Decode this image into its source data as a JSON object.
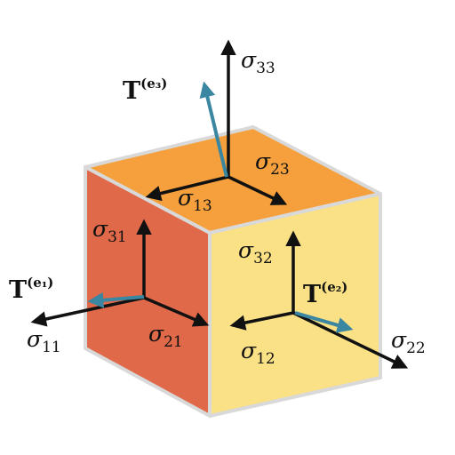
{
  "colors": {
    "top_face": "#f5a03c",
    "left_face": "#e0694a",
    "right_face": "#fbe185",
    "edge": "#d9d9d9",
    "arrow": "#111111",
    "traction": "#3b86a0"
  },
  "labels": {
    "s33": {
      "sym": "σ",
      "sub": "33"
    },
    "s23": {
      "sym": "σ",
      "sub": "23"
    },
    "s13": {
      "sym": "σ",
      "sub": "13"
    },
    "s31": {
      "sym": "σ",
      "sub": "31"
    },
    "s21": {
      "sym": "σ",
      "sub": "21"
    },
    "s11": {
      "sym": "σ",
      "sub": "11"
    },
    "s32": {
      "sym": "σ",
      "sub": "32"
    },
    "s12": {
      "sym": "σ",
      "sub": "12"
    },
    "s22": {
      "sym": "σ",
      "sub": "22"
    },
    "t3": {
      "sym": "T",
      "sup": "(e₃)"
    },
    "t1": {
      "sym": "T",
      "sup": "(e₁)"
    },
    "t2": {
      "sym": "T",
      "sup": "(e₂)"
    }
  }
}
